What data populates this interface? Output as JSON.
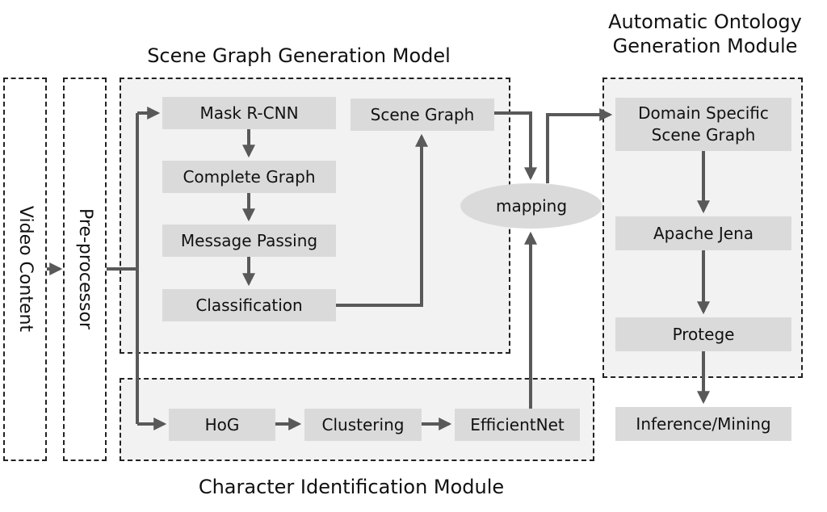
{
  "modules": {
    "scene_graph_generation": "Scene Graph Generation Model",
    "character_identification": "Character Identification Module",
    "ontology_generation_line1": "Automatic Ontology",
    "ontology_generation_line2": "Generation Module"
  },
  "inputs": {
    "video_content": "Video Content",
    "pre_processor": "Pre-processor"
  },
  "scene_graph_nodes": {
    "mask_rcnn": "Mask R-CNN",
    "complete_graph": "Complete Graph",
    "message_passing": "Message Passing",
    "classification": "Classification",
    "scene_graph": "Scene Graph"
  },
  "mapping": "mapping",
  "character_nodes": {
    "hog": "HoG",
    "clustering": "Clustering",
    "efficientnet": "EfficientNet"
  },
  "ontology_nodes": {
    "domain_specific_line1": "Domain Specific",
    "domain_specific_line2": "Scene Graph",
    "apache_jena": "Apache Jena",
    "protege": "Protege",
    "inference_mining": "Inference/Mining"
  },
  "colors": {
    "node_fill": "#dadada",
    "region_fill": "#f2f2f2",
    "arrow": "#595959",
    "border": "#222222"
  }
}
